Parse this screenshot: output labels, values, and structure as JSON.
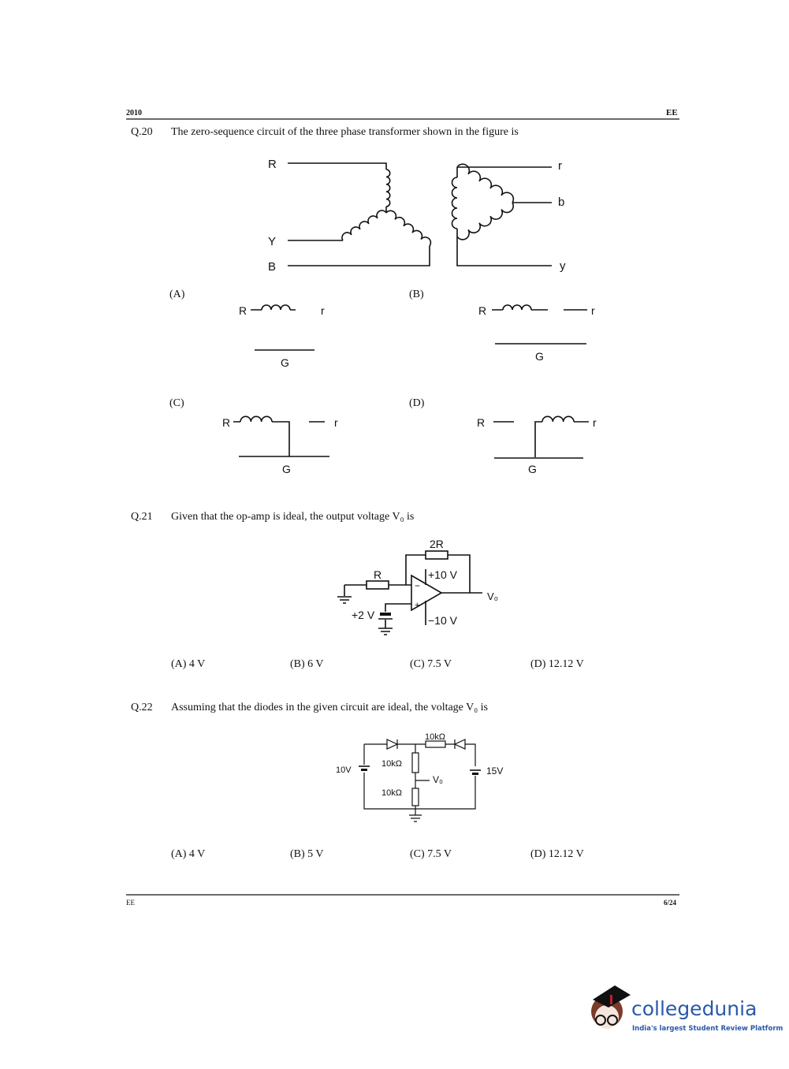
{
  "header": {
    "year": "2010",
    "paper_code": "EE"
  },
  "footer": {
    "paper_code": "EE",
    "page": "6/24"
  },
  "q20": {
    "number": "Q.20",
    "text": "The zero-sequence circuit of the three phase transformer shown in the figure is",
    "figure_labels": {
      "R": "R",
      "Y": "Y",
      "B": "B",
      "r": "r",
      "b": "b",
      "y": "y"
    },
    "options": [
      {
        "label": "(A)",
        "R": "R",
        "r": "r",
        "G": "G"
      },
      {
        "label": "(B)",
        "R": "R",
        "r": "r",
        "G": "G"
      },
      {
        "label": "(C)",
        "R": "R",
        "r": "r",
        "G": "G"
      },
      {
        "label": "(D)",
        "R": "R",
        "r": "r",
        "G": "G"
      }
    ]
  },
  "q21": {
    "number": "Q.21",
    "text": "Given that the op-amp is ideal, the output voltage V₀ is",
    "figure_labels": {
      "feedback": "2R",
      "input_r": "R",
      "vpos": "+10 V",
      "vneg": "−10 V",
      "source": "+2 V",
      "output": "V₀"
    },
    "options": [
      "(A)  4 V",
      "(B)  6 V",
      "(C)  7.5 V",
      "(D)  12.12 V"
    ]
  },
  "q22": {
    "number": "Q.22",
    "text": "Assuming that the diodes in the given circuit are ideal, the voltage V₀ is",
    "figure_labels": {
      "r_top": "10kΩ",
      "r_mid": "10kΩ",
      "r_bot": "10kΩ",
      "v_left": "10V",
      "v_right": "15V",
      "output": "V₀"
    },
    "options": [
      "(A)  4 V",
      "(B)  5 V",
      "(C)  7.5 V",
      "(D)  12.12 V"
    ]
  },
  "logo": {
    "name": "collegedunia",
    "tagline": "India's largest Student Review Platform",
    "brand_color": "#2a5aa8"
  }
}
